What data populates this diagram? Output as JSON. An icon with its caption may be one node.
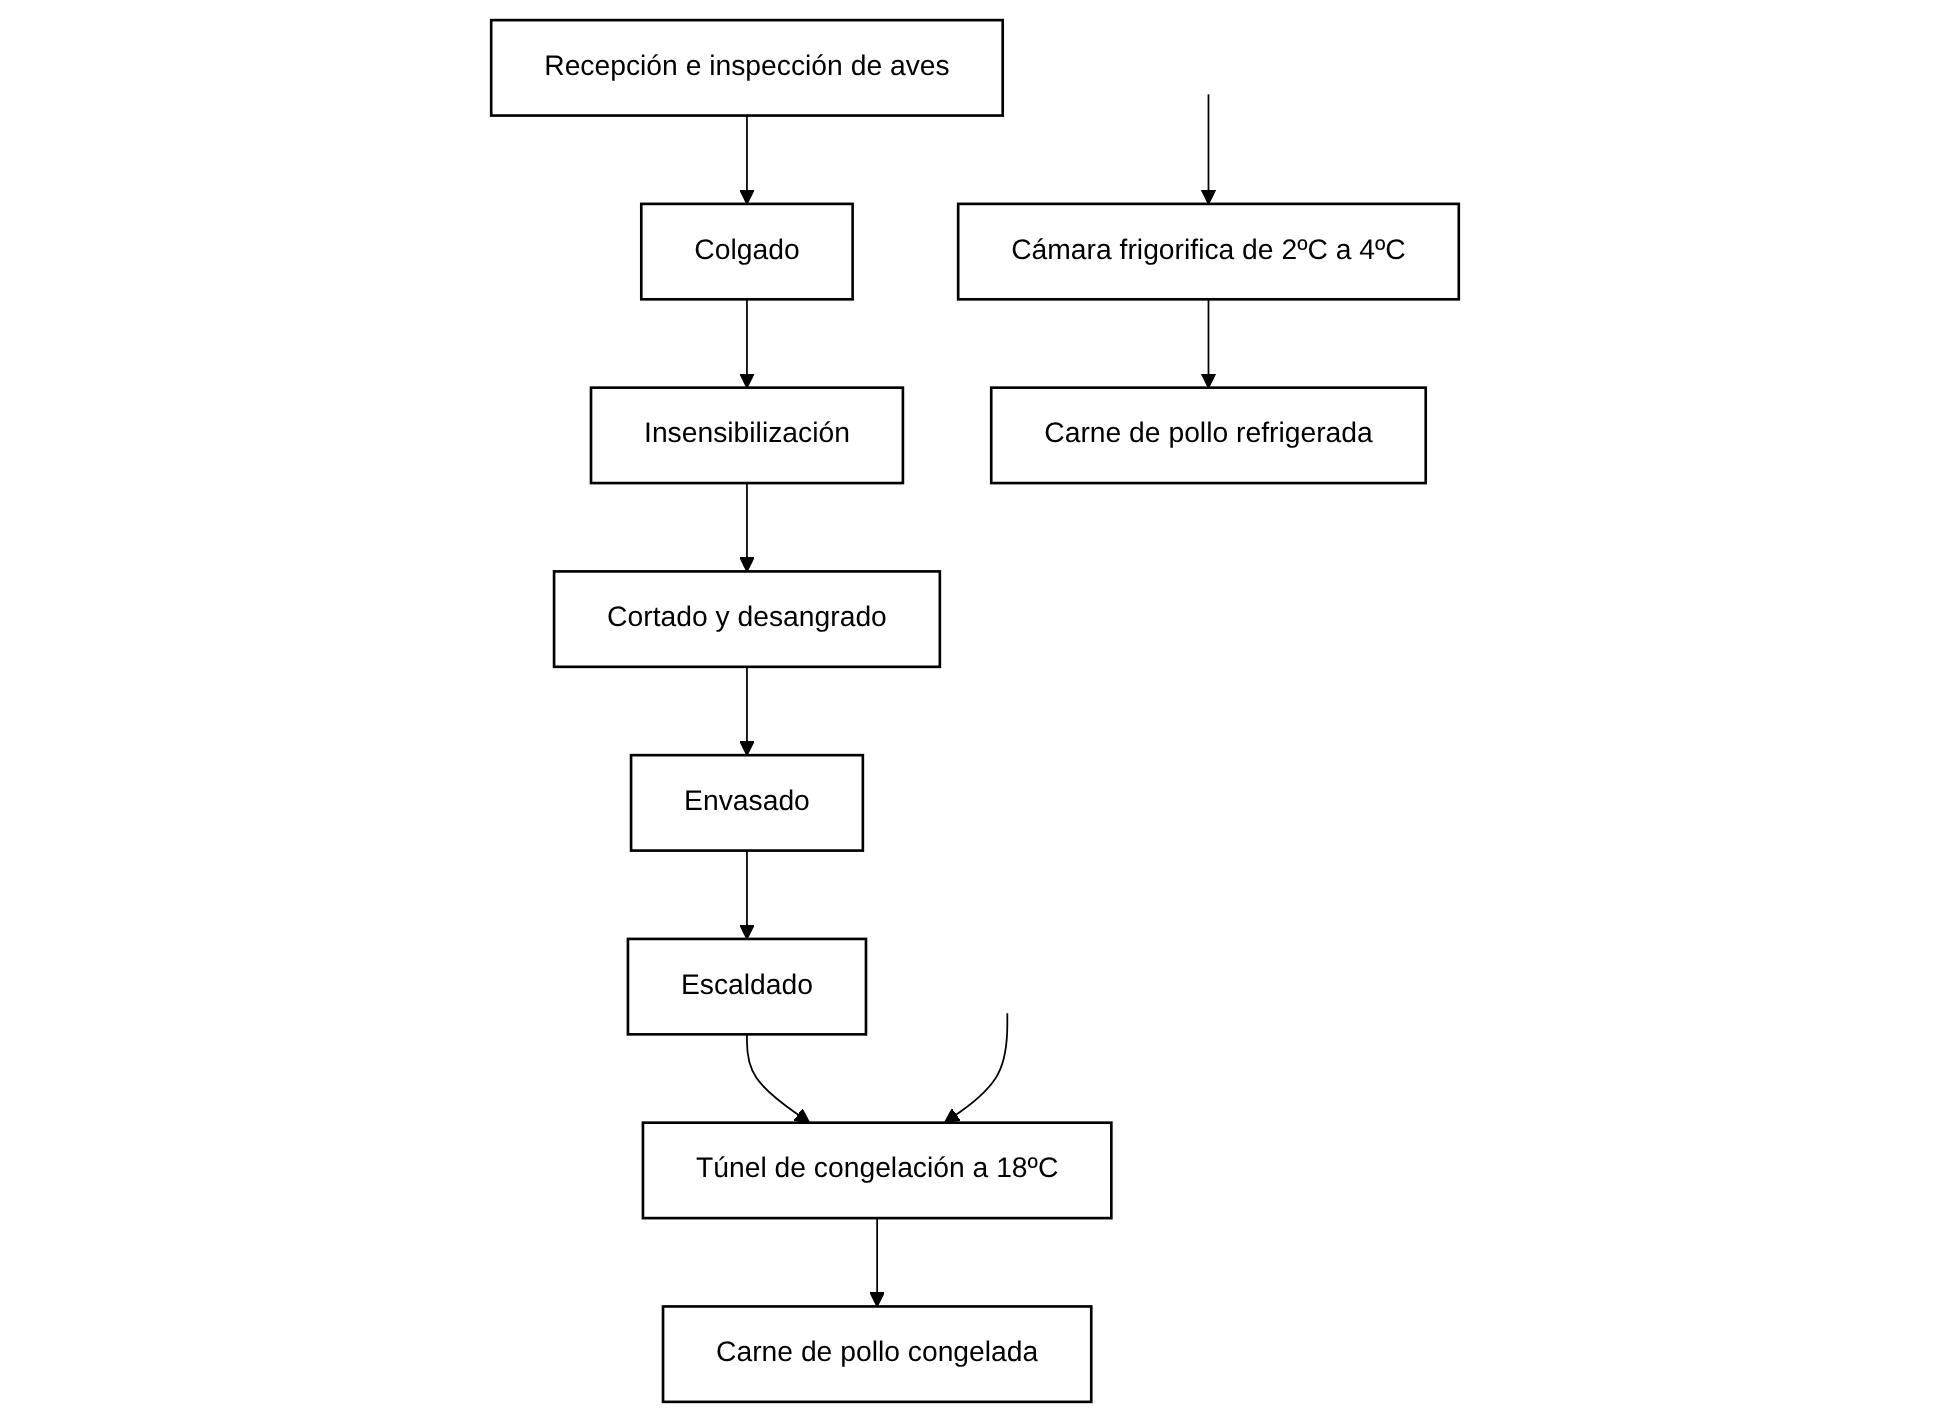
{
  "diagram": {
    "nodes": [
      {
        "text": [
          "Recepción e inspección de aves"
        ]
      },
      {
        "text": [
          "Colgado"
        ]
      },
      {
        "text": [
          "Insensibilización"
        ]
      },
      {
        "text": [
          "Cortado y desangrado"
        ]
      },
      {
        "text": [
          "Envasado"
        ]
      },
      {
        "text": [
          "Escaldado"
        ]
      },
      {
        "text": [
          "Túnel de congelación a 18ºC"
        ]
      },
      {
        "text": [
          "Carne de pollo congelada"
        ]
      },
      {
        "text": [
          "Cámara frigorifica de 2ºC a 4ºC"
        ]
      },
      {
        "text": [
          "Carne de pollo refrigerada"
        ]
      }
    ],
    "edges": [
      {
        "from": 0,
        "to": 1,
        "arrow": "to"
      },
      {
        "from": 1,
        "to": 2,
        "arrow": "to"
      },
      {
        "from": 2,
        "to": 3,
        "arrow": "to"
      },
      {
        "from": 3,
        "to": 4,
        "arrow": "to"
      },
      {
        "from": 4,
        "to": 5,
        "arrow": "to"
      },
      {
        "from": 5,
        "to": 6,
        "arrow": "to"
      },
      {
        "from": null,
        "to": 6,
        "arrow": "to"
      },
      {
        "from": null,
        "to": 8,
        "arrow": "to"
      },
      {
        "from": 6,
        "to": 7,
        "arrow": "to"
      },
      {
        "from": 8,
        "to": 9,
        "arrow": "to"
      }
    ]
  }
}
